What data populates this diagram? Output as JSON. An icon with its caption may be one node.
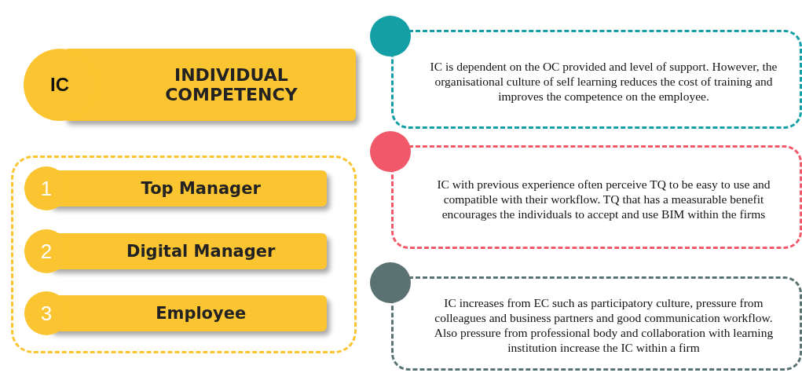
{
  "diagram": {
    "nodes": [
      {
        "text": [
          "IC",
          "INDIVIDUAL COMPETENCY"
        ]
      },
      {
        "text": [],
        "shape": "box"
      },
      {
        "text": [
          "1",
          "Top Manager"
        ],
        "in": 1
      },
      {
        "text": [
          "2",
          "Digital Manager"
        ],
        "in": 1
      },
      {
        "text": [
          "3",
          "Employee"
        ],
        "in": 1
      },
      {
        "text": [
          "IC is dependent on the OC provided and level of support. However, the organisational culture of self learning reduces the cost of training and improves the competence on the employee."
        ]
      },
      {
        "text": [
          "IC with previous experience often perceive TQ to be easy to use and compatible with their workflow. TQ that has a measurable benefit encourages the individuals to accept and use BIM within the firms"
        ]
      },
      {
        "text": [
          "IC increases from  EC such as participatory culture, pressure from  colleagues and business partners and good communication workflow. Also pressure from professional body and collaboration with learning institution increase the IC within a firm"
        ]
      }
    ],
    "edges": []
  }
}
